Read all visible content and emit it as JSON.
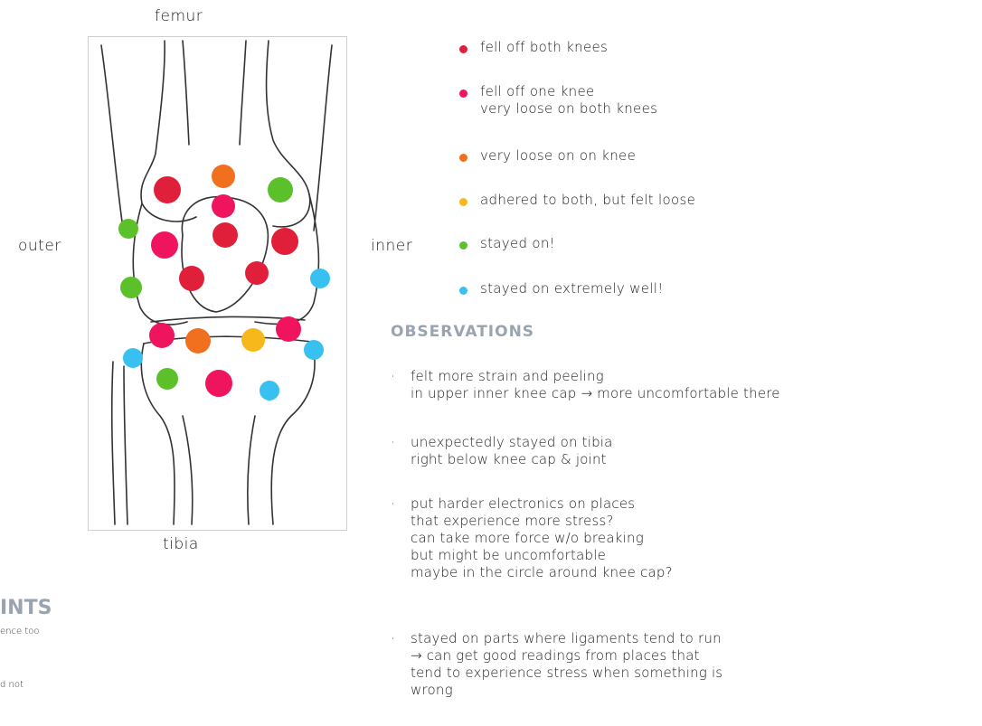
{
  "labels": {
    "femur": "femur",
    "tibia": "tibia",
    "outer": "outer",
    "inner": "inner"
  },
  "colors": {
    "red": "#e0203a",
    "pink": "#f0135e",
    "orange": "#f07020",
    "yellow": "#f7b81c",
    "green": "#5cc02a",
    "blue": "#38c0f0"
  },
  "legend": [
    {
      "color": "red",
      "text": "fell off both knees"
    },
    {
      "color": "pink",
      "text": "fell off one knee\nvery loose on both knees"
    },
    {
      "color": "orange",
      "text": "very loose on on knee"
    },
    {
      "color": "yellow",
      "text": "adhered to both, but felt loose"
    },
    {
      "color": "green",
      "text": "stayed on!"
    },
    {
      "color": "blue",
      "text": "stayed on extremely well!"
    }
  ],
  "observations": {
    "title": "OBSERVATIONS",
    "items": [
      {
        "bullet": "·",
        "text": "felt more strain and peeling\nin upper inner knee cap → more uncomfortable there"
      },
      {
        "bullet": "·",
        "text": "unexpectedly stayed on tibia\nright below knee cap & joint"
      },
      {
        "bullet": "·",
        "text": "put harder electronics on places\nthat experience more stress?\ncan take more force w/o breaking\nbut might be uncomfortable\nmaybe in the circle around knee cap?"
      },
      {
        "bullet": "·",
        "text": "stayed on parts where ligaments tend to run\n→ can get good readings from places that\ntend to experience stress when something is\nwrong"
      }
    ]
  },
  "left_partial": {
    "heading": "INTS",
    "line1": "ence too",
    "line2": "d not"
  }
}
